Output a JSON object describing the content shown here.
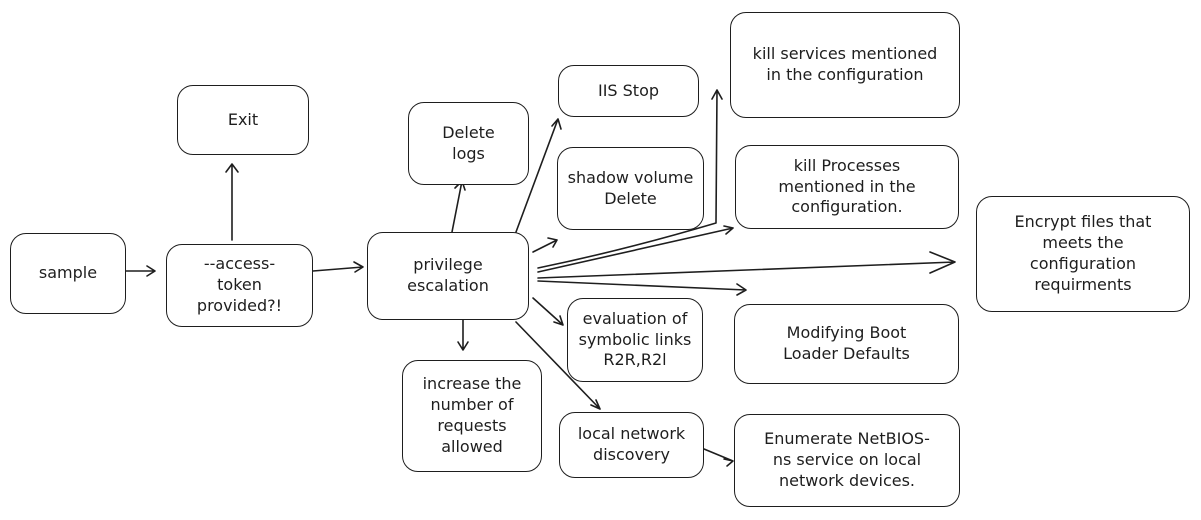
{
  "nodes": {
    "sample": "sample",
    "access_token": "--access-\ntoken\nprovided?!",
    "exit": "Exit",
    "privilege_escalation": "privilege\nescalation",
    "delete_logs": "Delete\nlogs",
    "increase_requests": "increase the\nnumber of\nrequests\nallowed",
    "iis_stop": "IIS Stop",
    "shadow_volume_delete": "shadow volume\nDelete",
    "symbolic_links": "evaluation of\nsymbolic links\nR2R,R2l",
    "local_network_discovery": "local network\ndiscovery",
    "kill_services": "kill services mentioned\nin the configuration",
    "kill_processes": "kill Processes\nmentioned in the\nconfiguration.",
    "encrypt_files": "Encrypt files that\nmeets the\nconfiguration\nrequirments",
    "modify_boot_loader": "Modifying Boot\nLoader Defaults",
    "enumerate_netbios": "Enumerate NetBIOS-\nns service on local\nnetwork devices."
  }
}
